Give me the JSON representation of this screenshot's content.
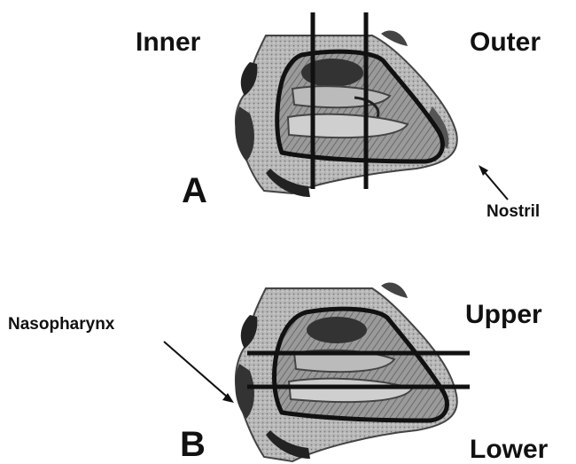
{
  "panel_a": {
    "letter": "A",
    "left_label": "Inner",
    "right_label": "Outer",
    "arrow_label": "Nostril"
  },
  "panel_b": {
    "letter": "B",
    "left_label": "Nasopharynx",
    "top_label": "Upper",
    "bottom_label": "Lower"
  },
  "colors": {
    "ink": "#111111",
    "tissue_dark": "#3c3c3c",
    "tissue_mid": "#8a8a8a",
    "tissue_light": "#c8c8c8",
    "background": "#ffffff"
  }
}
